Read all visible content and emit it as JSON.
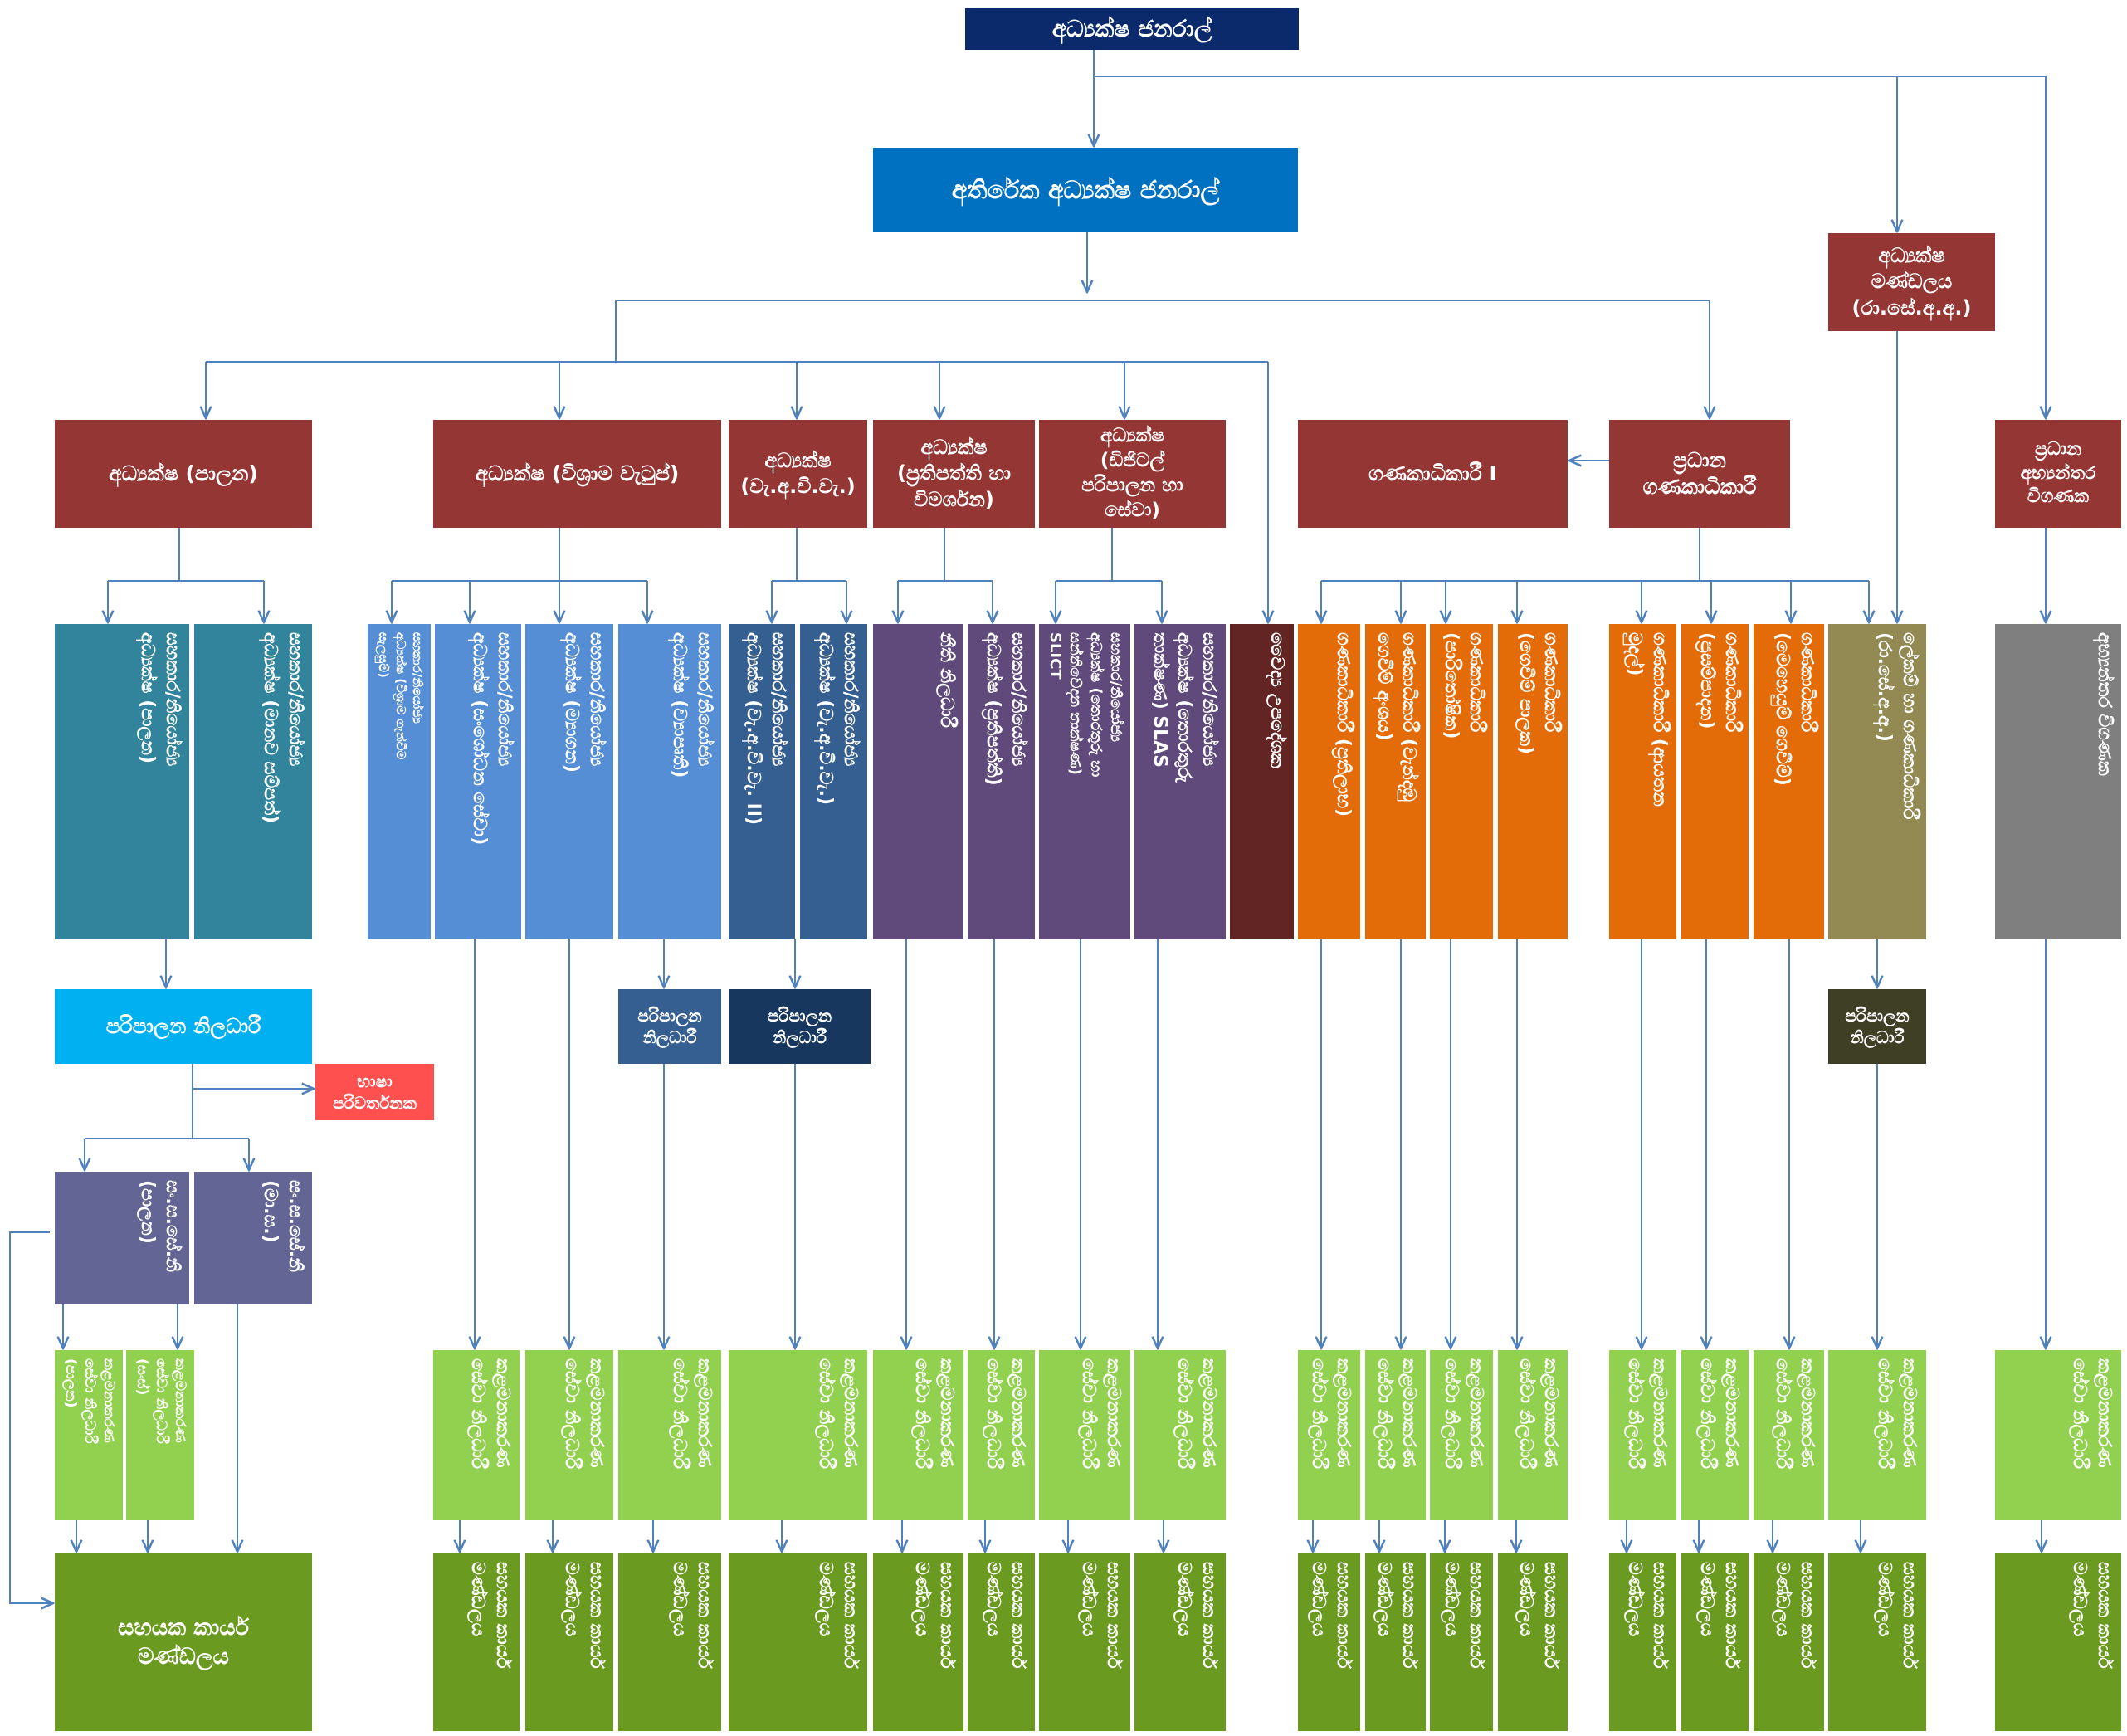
{
  "colors": {
    "navy": "#0b2a6b",
    "blue": "#0070c0",
    "maroon": "#943634",
    "teal": "#31849b",
    "cyan": "#00b0f0",
    "red": "#ff5050",
    "slate": "#636594",
    "steel": "#558ed5",
    "steel_dark": "#365f91",
    "dark_navy": "#17375e",
    "purple": "#604a7b",
    "brown_dark": "#632523",
    "orange": "#e36c09",
    "olive": "#938953",
    "olive_dark": "#3f3f26",
    "gray": "#7f7f7f",
    "lime": "#92d050",
    "green": "#6a9a1f",
    "line": "#4f81bd"
  },
  "nodes": {
    "director_general": "අධ්‍යක්ෂ ජනරාල්",
    "additional_director_general": "අතිරේක අධ්‍යක්ෂ ජනරාල්",
    "director_board": "අධ්‍යක්ෂ\nමණ්ඩලය\n(රා.සේ.අ.අ.)",
    "dir_admin": "අධ්‍යක්ෂ (පාලන)",
    "dir_pension": "අධ්‍යක්ෂ (විශ්‍රාම වැටුප්)",
    "dir_wop": "අධ්‍යක්ෂ\n(වැ.අ.වි.වැ.)",
    "dir_policy": "අධ්‍යක්ෂ\n(ප්‍රතිපත්ති හා\nවිමර්ශන)",
    "dir_digital": "අධ්‍යක්ෂ\n(ඩිජිටල්\nපරිපාලන හා\nසේවා)",
    "accountant_1": "ගණකාධිකාරී I",
    "chief_accountant": "ප්‍රධාන\nගණකාධිකාරී",
    "chief_internal_auditor": "ප්‍රධාන\nඅභ්‍යන්තර\nවිගණක",
    "ad_admin": "සහකාර/නියෝජ්‍ය\nඅධ්‍යක්ෂ (පාලන)",
    "ad_admin_ms": "සහකාර/නියෝජ්‍ය\nඅධ්‍යක්ෂ (මානව සම්පත්)",
    "ad_pension_1": "සහකාර/නියෝජ්‍ය\nඅධ්‍යක්ෂ (විශ්‍රාම ගැන්වීම\nසැලසුම්)",
    "ad_pension_2": "සහකාර/නියෝජ්‍ය\nඅධ්‍යක්ෂ (සංශෝධන සේවා)",
    "ad_pension_3": "සහකාර/නියෝජ්‍ය\nඅධ්‍යක්ෂ (ම්‍යාගන)",
    "ad_pension_4": "සහකාර/නියෝජ්‍ය\nඅධ්‍යක්ෂ (ව්‍යාපෘති)",
    "ad_wop_2": "සහකාර/නියෝජ්‍ය\nඅධ්‍යක්ෂ (වැ.අ.වි.වැ. II)",
    "ad_wop_1": "සහකාර/නියෝජ්‍ය\nඅධ්‍යක්ෂ (වැ.අ.වි.වැ.)",
    "legal_officer": "නීති නිලධාරී",
    "ad_policy": "සහකාර/නියෝජ්‍ය\nඅධ්‍යක්ෂ (ප්‍රතිපත්ති)",
    "ad_digital_1": "සහකාර/නියෝජ්‍ය\nඅධ්‍යක්ෂ (තොරතුරු හා\nසන්නිවේදන තාක්ෂණ)\nSLICT",
    "ad_digital_2": "සහකාර/නියෝජ්‍ය\nඅධ්‍යක්ෂ (තොරතුරු\nතාක්ෂණ) SLAS",
    "medical_officer": "වෛද්‍ය උපදේශක",
    "acc_1": "ගණකාධිකාරී (ප්‍රතිලාභ)",
    "acc_2": "ගණකාධිකාරී (වැන්දඹු\nගෙවීම් අංශය)",
    "acc_3": "ගණකාධිකාරී\n(පාරිතෝෂික)",
    "acc_4": "ගණකාධිකාරී\n(ගෙවීම් පාලක)",
    "acc_5": "ගණකාධිකාරී (ආයතන\nමුදල්)",
    "acc_6": "ගණකාධිකාරී\n(ප්‍රසම්පාදන)",
    "acc_7": "ගණකාධිකාරී\n(මෙහෙයුම් ගෙවීම්)",
    "acc_board": "ලේකම් හා ගණකාධිකාරී\n(රා.සේ.අ.අ.)",
    "internal_auditor": "අභ්‍යන්තර විගණක",
    "admin_officer_main": "පරිපාලන නිලධාරී",
    "language_translator": "භාෂා\nපරිවර්තනක",
    "admin_officer_pension": "පරිපාලන\nනිලධාරී",
    "admin_officer_wop": "පරිපාලන\nනිලධාරී",
    "admin_officer_board": "පරිපාලන\nනිලධාරී",
    "dev_officer_admin": "සං.ස.සේ.නි\n(පාලන)",
    "dev_officer_ms": "සං.ස.සේ.නි\n(මා.ස.)",
    "supervisor_admin": "කළමනාකරණ\nසේවා නිලධාරී\n(පාලන)",
    "supervisor_ms": "කළමනාකරණ\nසේවා නිලධාරී\n(සංස්)",
    "supervisor_label": "කළමනාකරණ\nසේවා නිලධාරී",
    "support_staff_main": "සහයක කාර්ය\nමණ්ඩලය",
    "support_staff_label": "සහයක කාර්ය\nමණ්ඩලය"
  }
}
